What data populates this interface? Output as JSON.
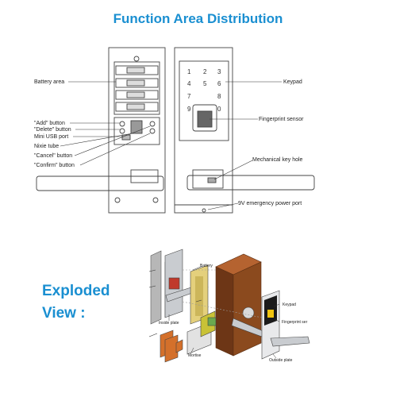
{
  "title": "Function Area Distribution",
  "exploded": {
    "line1": "Exploded",
    "line2": "View :"
  },
  "left_callouts": [
    "Battery area",
    "\"Add\" button",
    "\"Delete\" button",
    "Mini USB port",
    "Nixie tube",
    "\"Cancel\" button",
    "\"Confirm\" button"
  ],
  "right_callouts": [
    "Keypad",
    "Fingerprint sensor",
    "Mechanical key hole",
    "9V emergency power port"
  ],
  "keypad_digits": [
    "1",
    "2",
    "3",
    "4",
    "5",
    "6",
    "7",
    "8",
    "9",
    "0"
  ],
  "exploded_labels": {
    "battery": "Battery",
    "inside_plate": "Inside plate",
    "mortise": "Mortise",
    "keypad": "Keypad",
    "fingerprint": "Fingerprint ser",
    "outside_plate": "Outside plate"
  },
  "colors": {
    "accent": "#1a8fd1",
    "door": "#8b4a1e",
    "lock_silver": "#c9ccd0",
    "mortise_orange": "#d4702b",
    "cylinder_yellow": "#c9c236"
  }
}
